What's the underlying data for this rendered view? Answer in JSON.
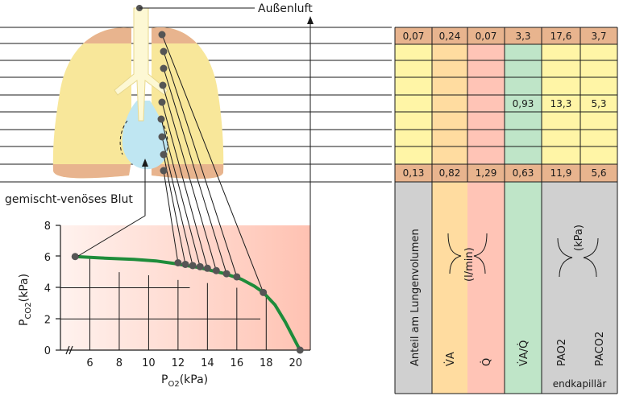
{
  "labels": {
    "outside_air": "Außenluft",
    "mixed_venous_blood": "gemischt-venöses Blut",
    "y_axis": "P",
    "y_axis_sub": "CO2",
    "y_axis_unit": "(kPa)",
    "x_axis": "P",
    "x_axis_sub": "O2",
    "x_axis_unit": "(kPa)",
    "end_capillary": "endkapillär"
  },
  "table": {
    "columns": [
      {
        "key": "vol",
        "header": "Anteil am Lungenvolumen",
        "color": "#fff5a6"
      },
      {
        "key": "va",
        "header": "V̇A",
        "color": "#ffdca0"
      },
      {
        "key": "q",
        "header": "Q̇",
        "color": "#ffc4b6"
      },
      {
        "key": "vaq",
        "header": "V̇A/Q̇",
        "color": "#bfe5c8"
      },
      {
        "key": "pao2",
        "header": "PAO2",
        "color": "#fff5a6"
      },
      {
        "key": "paco2",
        "header": "PACO2",
        "color": "#fff5a6"
      }
    ],
    "unit_flow": "(l/min)",
    "unit_pressure": "(kPa)",
    "top_row": [
      "0,07",
      "0,24",
      "0,07",
      "3,3",
      "17,6",
      "3,7"
    ],
    "mid_row": {
      "vaq": "0,93",
      "pao2": "13,3",
      "paco2": "5,3"
    },
    "bottom_row": [
      "0,13",
      "0,82",
      "1,29",
      "0,63",
      "11,9",
      "5,6"
    ]
  },
  "chart_data": {
    "type": "line",
    "xlabel": "PO2 (kPa)",
    "ylabel": "PCO2 (kPa)",
    "xlim": [
      4,
      21
    ],
    "ylim": [
      0,
      8
    ],
    "xticks": [
      "6",
      "8",
      "10",
      "12",
      "14",
      "16",
      "18",
      "20"
    ],
    "yticks": [
      "0",
      "2",
      "4",
      "6",
      "8"
    ],
    "curve": {
      "x": [
        5.0,
        7.0,
        9.0,
        10.5,
        11.8,
        12.6,
        13.4,
        14.2,
        15.2,
        16.3,
        17.2,
        17.8,
        18.6,
        19.3,
        19.8,
        20.3
      ],
      "y": [
        6.0,
        5.9,
        5.82,
        5.72,
        5.55,
        5.42,
        5.3,
        5.12,
        4.9,
        4.55,
        4.1,
        3.7,
        2.9,
        1.8,
        0.9,
        0.0
      ]
    },
    "points": {
      "x": [
        5.0,
        12.0,
        12.5,
        13.0,
        13.5,
        14.0,
        14.6,
        15.3,
        16.0,
        17.8,
        20.3
      ],
      "y": [
        6.0,
        5.6,
        5.5,
        5.42,
        5.35,
        5.25,
        5.1,
        4.9,
        4.7,
        3.7,
        0.0
      ]
    }
  }
}
